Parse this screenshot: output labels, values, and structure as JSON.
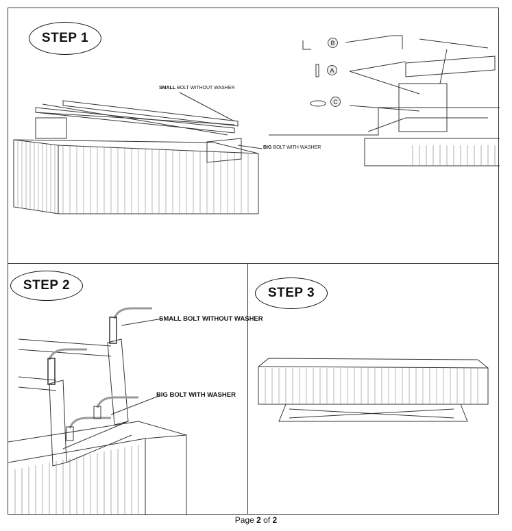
{
  "steps": [
    {
      "label": "STEP 1",
      "callouts": {
        "small": {
          "bold": "SMALL",
          "rest": " BOLT WITHOUT WASHER"
        },
        "big": {
          "bold": "BIG",
          "rest": " BOLT WITH WASHER"
        }
      },
      "parts": [
        "B",
        "A",
        "C"
      ]
    },
    {
      "label": "STEP 2",
      "callouts": {
        "small": "SMALL BOLT WITHOUT WASHER",
        "big": "BIG BOLT WITH WASHER"
      }
    },
    {
      "label": "STEP 3"
    }
  ],
  "footer": {
    "prefix": "Page ",
    "page": "2",
    "mid": " of ",
    "total": "2"
  }
}
